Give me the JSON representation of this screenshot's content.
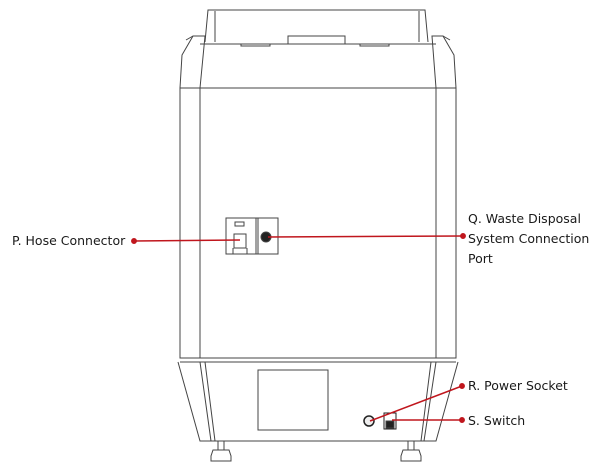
{
  "callouts": {
    "p": {
      "label": "P. Hose Connector"
    },
    "q": {
      "line1": "Q. Waste Disposal",
      "line2": "System Connection",
      "line3": "Port"
    },
    "r": {
      "label": "R. Power Socket"
    },
    "s": {
      "label": "S. Switch"
    }
  },
  "colors": {
    "callout": "#c0161d",
    "outline": "#333333"
  }
}
